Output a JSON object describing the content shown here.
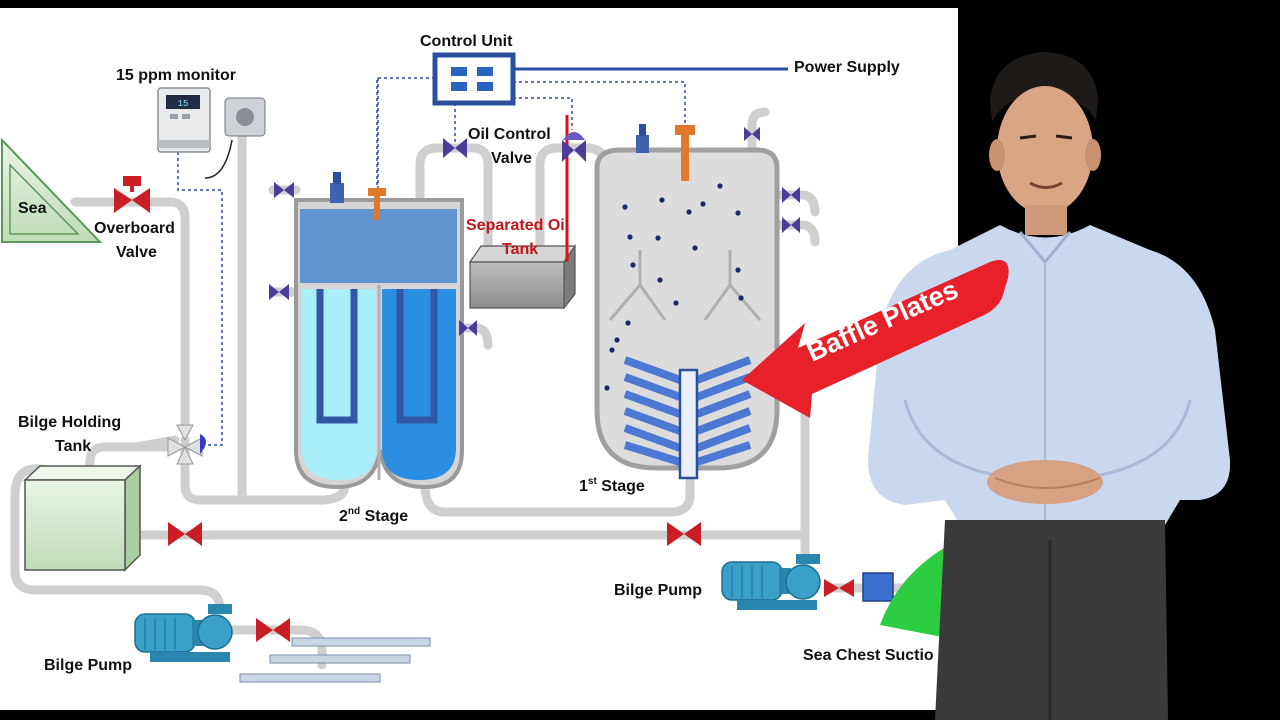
{
  "labels": {
    "control_unit": "Control Unit",
    "power_supply": "Power Supply",
    "ppm_monitor": "15 ppm monitor",
    "sea": "Sea",
    "overboard_valve_line1": "Overboard",
    "overboard_valve_line2": "Valve",
    "oil_control_line1": "Oil Control",
    "oil_control_line2": "Valve",
    "separated_oil_line1": "Separated Oil",
    "separated_oil_line2": "Tank",
    "bilge_holding_line1": "Bilge Holding",
    "bilge_holding_line2": "Tank",
    "second_stage_num": "2",
    "second_stage_sup": "nd",
    "second_stage_word": " Stage",
    "first_stage_num": "1",
    "first_stage_sup": "st",
    "first_stage_word": " Stage",
    "bilge_pump_right": "Bilge Pump",
    "bilge_pump_left": "Bilge Pump",
    "sea_chest": "Sea Chest Suctio",
    "baffle_plates": "Baffle Plates",
    "monitor_display": "15"
  },
  "icons": {
    "valve_red": "bowtie-valve-icon",
    "valve_purple": "bowtie-valve-icon",
    "pump": "centrifugal-pump-icon",
    "relief_valve": "relief-valve-icon"
  },
  "colors": {
    "pipe": "#d3d3d3",
    "valve_red": "#c81e24",
    "valve_purple": "#4b3c9a",
    "control_blue": "#2a4f9e",
    "tank_blue": "#5f94cf",
    "stage_light": "#a9eef8",
    "stage_dark": "#2b8ee0",
    "baffle": "#4a78d2",
    "arrow_red": "#e8202a",
    "sea_green": "#c9e6c2",
    "pump_blue": "#3aa0c8",
    "slide_bg": "#ffffff",
    "outside_bg": "#000000"
  }
}
